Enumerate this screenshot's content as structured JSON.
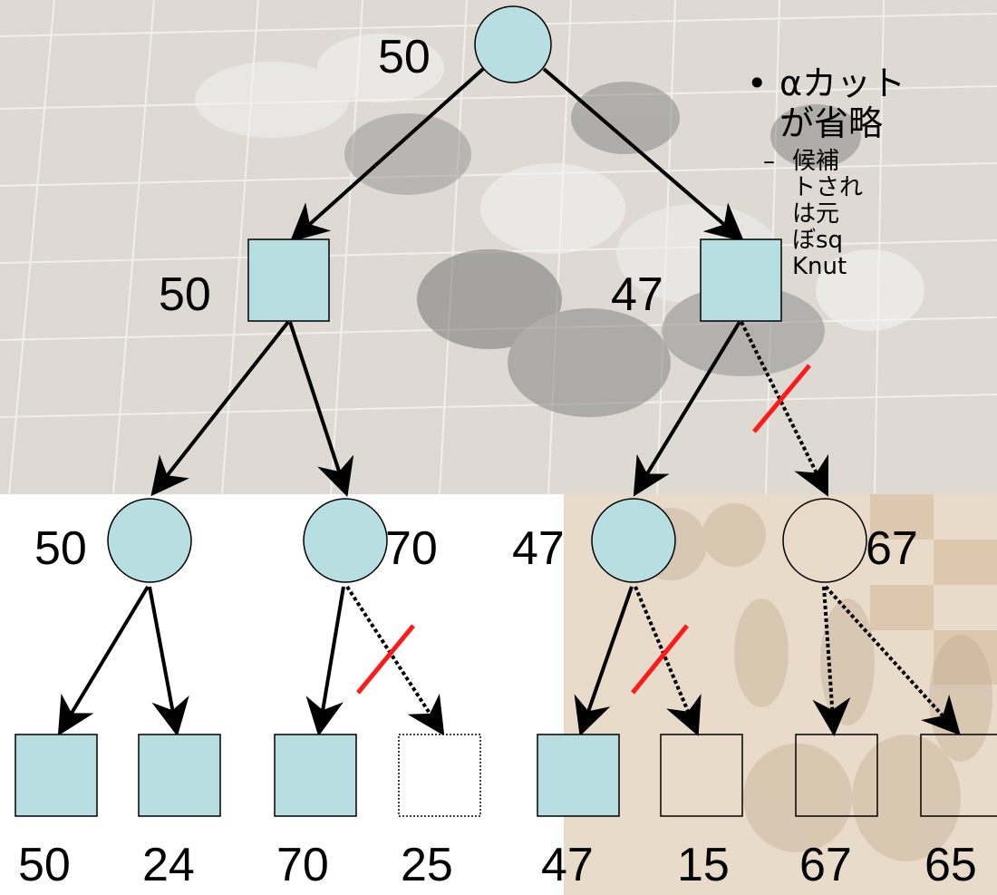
{
  "tree": {
    "root": {
      "value": "50"
    },
    "level1": [
      {
        "value": "50"
      },
      {
        "value": "47"
      }
    ],
    "level2": [
      {
        "value": "50"
      },
      {
        "value": "70"
      },
      {
        "value": "47"
      },
      {
        "value": "67"
      }
    ],
    "leaves": [
      "50",
      "24",
      "70",
      "25",
      "47",
      "15",
      "67",
      "65"
    ]
  },
  "bullet": {
    "symbol": "•",
    "line1": "αカット",
    "line2": "が省略",
    "sub": {
      "symbol": "–",
      "lines": [
        "候補",
        "トされ",
        "は元",
        "ぼsq",
        "Knut"
      ]
    }
  },
  "colors": {
    "node_fill": "#b7dfe2",
    "node_stroke": "#000000",
    "cut_mark": "#ff1a1a",
    "board_bg": "#ddd9d2",
    "chess_bg": "#e9d9c6"
  },
  "icons": [
    "go-board-background",
    "chess-board-background",
    "cut-mark"
  ]
}
